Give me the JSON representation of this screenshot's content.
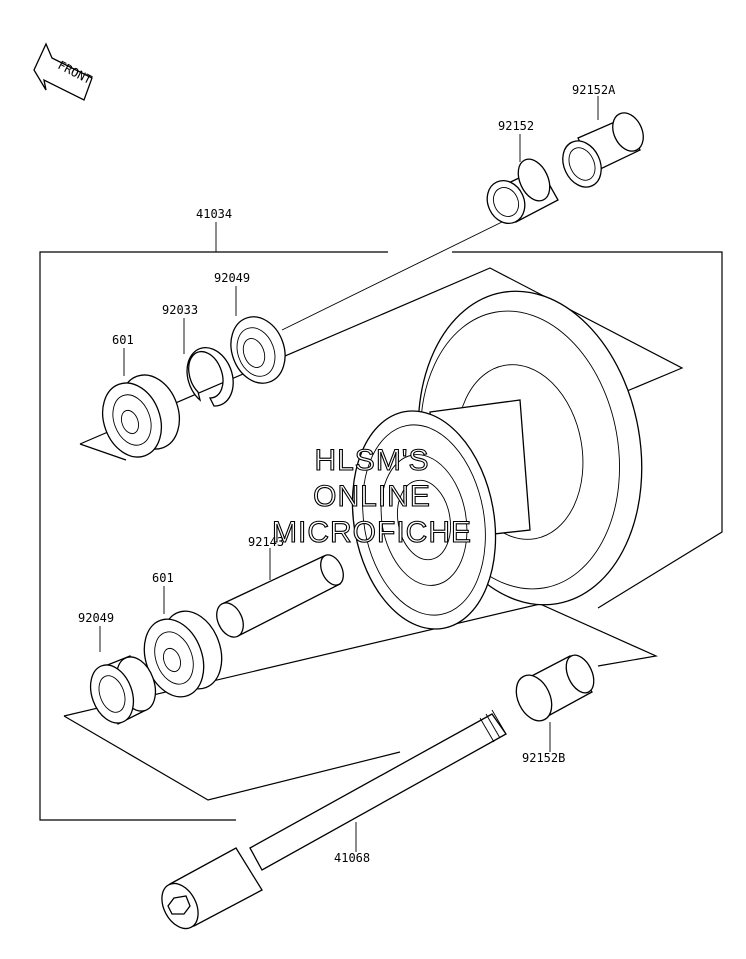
{
  "front_badge": "FRONT",
  "watermark": [
    "HLSM'S",
    "ONLINE",
    "MICROFICHE"
  ],
  "parts": [
    {
      "id": "92152A"
    },
    {
      "id": "92152"
    },
    {
      "id": "41034"
    },
    {
      "id": "92049"
    },
    {
      "id": "92033"
    },
    {
      "id": "601"
    },
    {
      "id": "92143"
    },
    {
      "id": "601"
    },
    {
      "id": "92049"
    },
    {
      "id": "92152B"
    },
    {
      "id": "41068"
    }
  ],
  "colors": {
    "line": "#000000",
    "background": "#ffffff"
  }
}
